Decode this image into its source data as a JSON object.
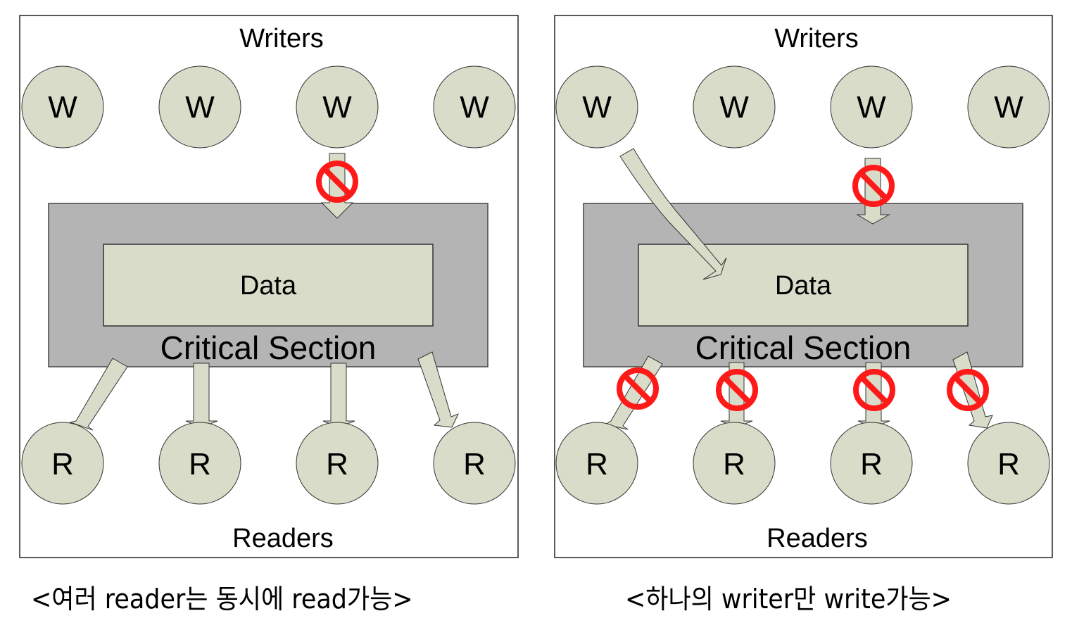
{
  "colors": {
    "node_fill": "#d8dcc8",
    "critical_fill": "#b4b4b4",
    "data_fill": "#d8dcc8",
    "prohibit": "#ff1a1a",
    "stroke": "#222222"
  },
  "panels": [
    {
      "id": "left",
      "writers_label": "Writers",
      "readers_label": "Readers",
      "writer_nodes": [
        "W",
        "W",
        "W",
        "W"
      ],
      "reader_nodes": [
        "R",
        "R",
        "R",
        "R"
      ],
      "data_label": "Data",
      "critical_label": "Critical Section",
      "caption": "<여러 reader는 동시에 read가능>",
      "writer_access": [
        {
          "writer": 3,
          "blocked": true
        }
      ],
      "reader_access": [
        {
          "reader": 1,
          "blocked": false
        },
        {
          "reader": 2,
          "blocked": false
        },
        {
          "reader": 3,
          "blocked": false
        },
        {
          "reader": 4,
          "blocked": false
        }
      ]
    },
    {
      "id": "right",
      "writers_label": "Writers",
      "readers_label": "Readers",
      "writer_nodes": [
        "W",
        "W",
        "W",
        "W"
      ],
      "reader_nodes": [
        "R",
        "R",
        "R",
        "R"
      ],
      "data_label": "Data",
      "critical_label": "Critical Section",
      "caption": "<하나의 writer만 write가능>",
      "writer_access": [
        {
          "writer": 1,
          "blocked": false
        },
        {
          "writer": 3,
          "blocked": true
        }
      ],
      "reader_access": [
        {
          "reader": 1,
          "blocked": true
        },
        {
          "reader": 2,
          "blocked": true
        },
        {
          "reader": 3,
          "blocked": true
        },
        {
          "reader": 4,
          "blocked": true
        }
      ]
    }
  ]
}
